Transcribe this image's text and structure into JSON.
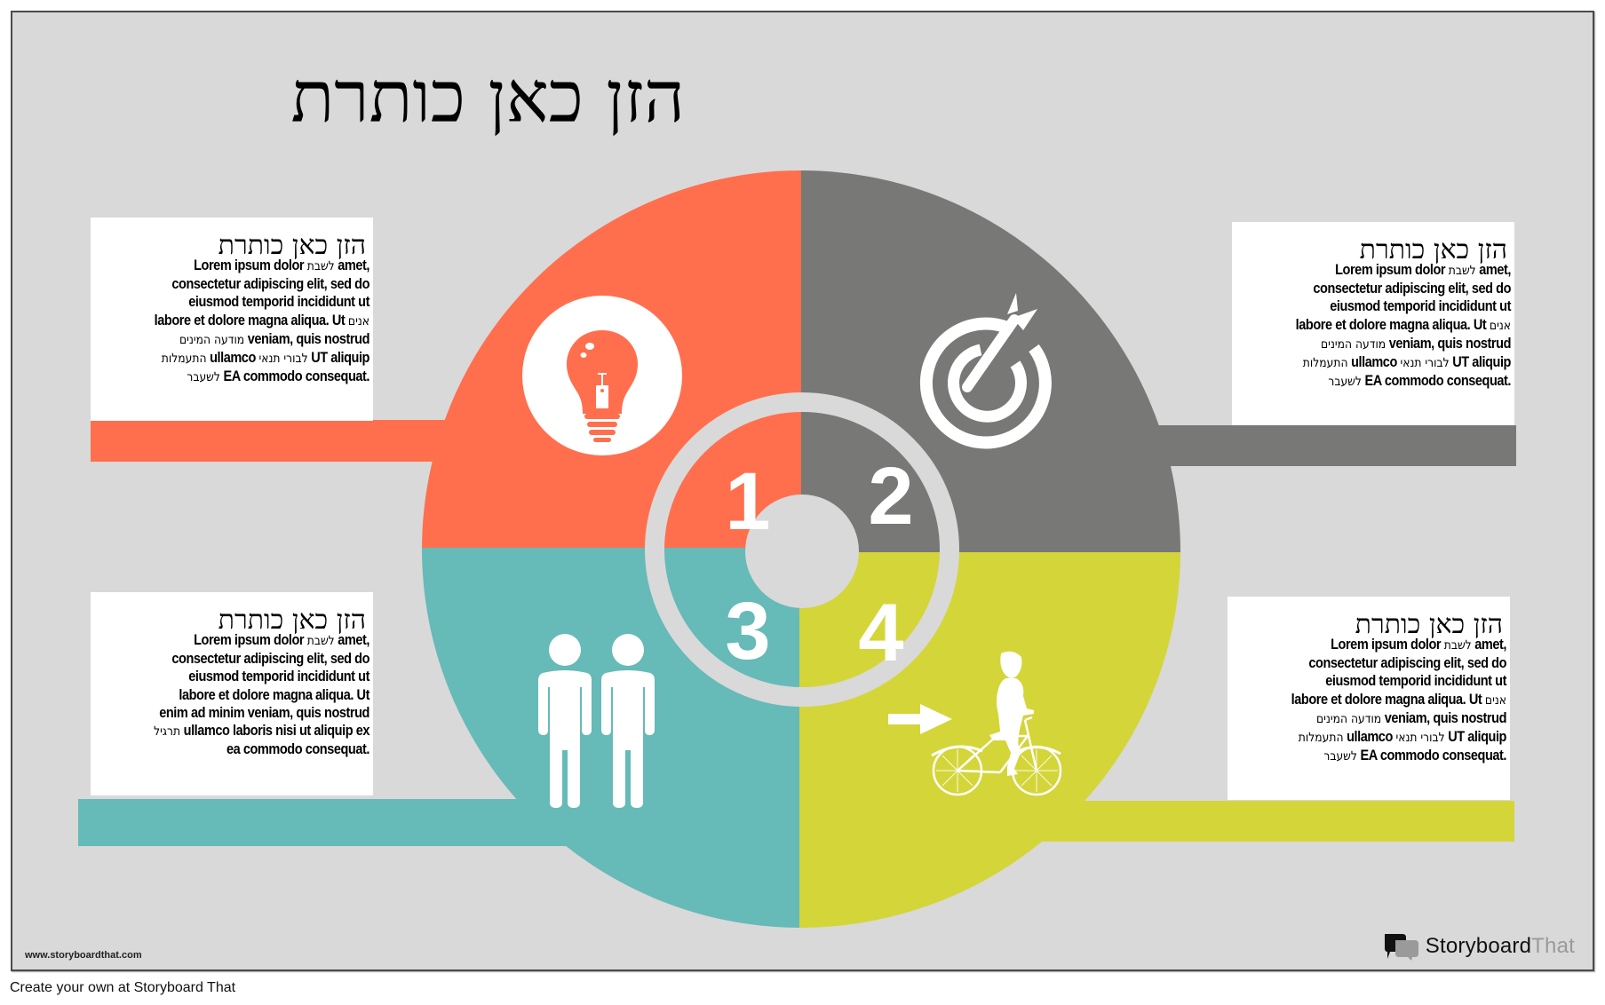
{
  "title": "הזן כאן כותרת",
  "colors": {
    "background": "#d9d9d9",
    "quadrant_1": "#ff6f4e",
    "quadrant_2": "#787876",
    "quadrant_3": "#66bab8",
    "quadrant_4": "#d4d539",
    "ring": "#d9d9d9",
    "icon": "#ffffff"
  },
  "quadrants": [
    {
      "number": "1",
      "icon": "lightbulb-icon",
      "color": "#ff6f4e"
    },
    {
      "number": "2",
      "icon": "target-arrow-icon",
      "color": "#787876"
    },
    {
      "number": "3",
      "icon": "two-people-icon",
      "color": "#66bab8"
    },
    {
      "number": "4",
      "icon": "child-bicycle-arrow-icon",
      "color": "#d4d539"
    }
  ],
  "textboxes": [
    {
      "position": "top-left",
      "title": "הזן כאן כותרת",
      "lines": [
        [
          {
            "t": "Lorem ipsum dolor "
          },
          {
            "t": "לשבת",
            "he": true
          },
          {
            "t": " amet,"
          }
        ],
        [
          {
            "t": "consectetur adipiscing elit, sed do"
          }
        ],
        [
          {
            "t": "eiusmod temporid incididunt ut"
          }
        ],
        [
          {
            "t": "labore et dolore magna aliqua. Ut "
          },
          {
            "t": "אנים",
            "he": true
          }
        ],
        [
          {
            "t": "מודעה המינים",
            "he": true
          },
          {
            "t": " veniam, quis nostrud"
          }
        ],
        [
          {
            "t": "התעמלות",
            "he": true
          },
          {
            "t": " ullamco "
          },
          {
            "t": "לבורי תנאי",
            "he": true
          },
          {
            "t": " UT aliquip"
          }
        ],
        [
          {
            "t": "לשעבר",
            "he": true
          },
          {
            "t": " EA commodo consequat."
          }
        ]
      ]
    },
    {
      "position": "top-right",
      "title": "הזן כאן כותרת",
      "lines": [
        [
          {
            "t": "Lorem ipsum dolor "
          },
          {
            "t": "לשבת",
            "he": true
          },
          {
            "t": " amet,"
          }
        ],
        [
          {
            "t": "consectetur adipiscing elit, sed do"
          }
        ],
        [
          {
            "t": "eiusmod temporid incididunt ut"
          }
        ],
        [
          {
            "t": "labore et dolore magna aliqua. Ut "
          },
          {
            "t": "אנים",
            "he": true
          }
        ],
        [
          {
            "t": "מודעה המינים",
            "he": true
          },
          {
            "t": " veniam, quis nostrud"
          }
        ],
        [
          {
            "t": "התעמלות",
            "he": true
          },
          {
            "t": " ullamco "
          },
          {
            "t": "לבורי תנאי",
            "he": true
          },
          {
            "t": " UT aliquip"
          }
        ],
        [
          {
            "t": "לשעבר",
            "he": true
          },
          {
            "t": " EA commodo consequat."
          }
        ]
      ]
    },
    {
      "position": "bottom-left",
      "title": "הזן כאן כותרת",
      "lines": [
        [
          {
            "t": "Lorem ipsum dolor "
          },
          {
            "t": "לשבת",
            "he": true
          },
          {
            "t": " amet,"
          }
        ],
        [
          {
            "t": "consectetur adipiscing elit, sed do"
          }
        ],
        [
          {
            "t": "eiusmod temporid incididunt ut"
          }
        ],
        [
          {
            "t": "labore et dolore magna aliqua. Ut"
          }
        ],
        [
          {
            "t": "enim ad minim veniam, quis nostrud"
          }
        ],
        [
          {
            "t": "תרגיל",
            "he": true
          },
          {
            "t": " ullamco laboris nisi ut aliquip ex"
          }
        ],
        [
          {
            "t": "ea commodo consequat."
          }
        ]
      ]
    },
    {
      "position": "bottom-right",
      "title": "הזן כאן כותרת",
      "lines": [
        [
          {
            "t": "Lorem ipsum dolor "
          },
          {
            "t": "לשבת",
            "he": true
          },
          {
            "t": " amet,"
          }
        ],
        [
          {
            "t": "consectetur adipiscing elit, sed do"
          }
        ],
        [
          {
            "t": "eiusmod temporid incididunt ut"
          }
        ],
        [
          {
            "t": "labore et dolore magna aliqua. Ut "
          },
          {
            "t": "אנים",
            "he": true
          }
        ],
        [
          {
            "t": "מודעה המינים",
            "he": true
          },
          {
            "t": " veniam, quis nostrud"
          }
        ],
        [
          {
            "t": "התעמלות",
            "he": true
          },
          {
            "t": " ullamco "
          },
          {
            "t": "לבורי תנאי",
            "he": true
          },
          {
            "t": " UT aliquip"
          }
        ],
        [
          {
            "t": "לשעבר",
            "he": true
          },
          {
            "t": " EA commodo consequat."
          }
        ]
      ]
    }
  ],
  "footer": {
    "url": "www.storyboardthat.com",
    "logo_main": "Storyboard",
    "logo_light": "That",
    "caption": "Create your own at Storyboard That"
  }
}
